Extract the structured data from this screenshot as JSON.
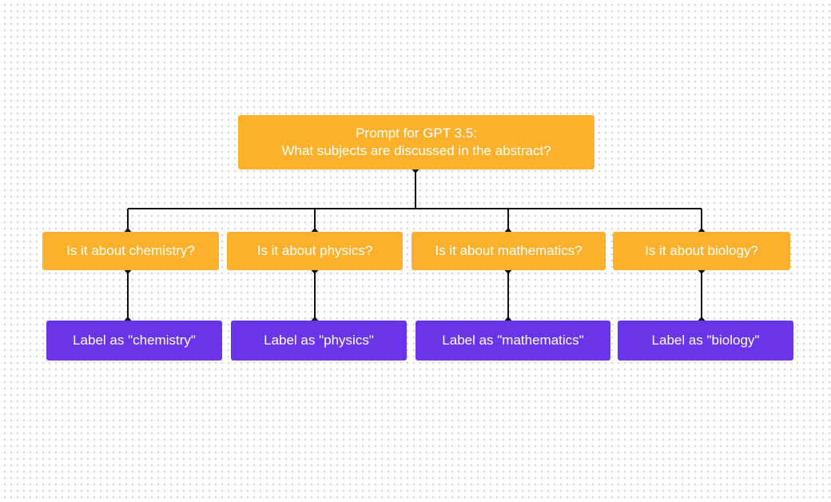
{
  "colors": {
    "question_fill": "#FBB12B",
    "label_fill": "#6A35E8",
    "connector": "#111111",
    "text": "#FFFFFF"
  },
  "root": {
    "line1": "Prompt for GPT 3.5:",
    "line2": "What subjects are discussed in the abstract?"
  },
  "branches": [
    {
      "question": "Is it about chemistry?",
      "label": "Label as \"chemistry\""
    },
    {
      "question": "Is it about physics?",
      "label": "Label as \"physics\""
    },
    {
      "question": "Is it about mathematics?",
      "label": "Label as \"mathematics\""
    },
    {
      "question": "Is it about biology?",
      "label": "Label as \"biology\""
    }
  ]
}
